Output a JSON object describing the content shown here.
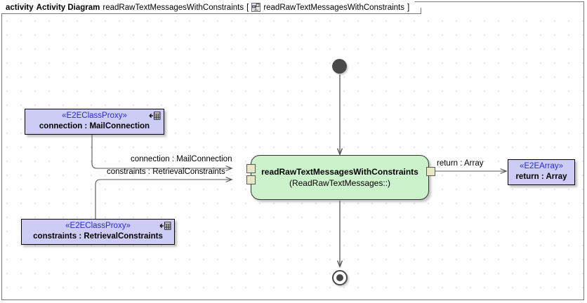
{
  "frame": {
    "kind_label": "activity",
    "type_label": "Activity Diagram",
    "name": "readRawTextMessagesWithConstraints",
    "bracket_open": "[",
    "bracket_close": "]",
    "ref_name": "readRawTextMessagesWithConstraints",
    "icon": "activity-diagram-icon"
  },
  "colors": {
    "object_node_fill": "#ccccf5",
    "action_node_fill": "#ccf2cc",
    "pin_fill": "#e8e8c8",
    "stereotype_text": "#2b2bc8",
    "node_border": "#000000",
    "edge_stroke": "#555555",
    "grid_dot": "#9a9a9a",
    "frame_border": "#777777",
    "control_node": "#494949"
  },
  "nodes": {
    "initial": {
      "name": "initial-node"
    },
    "final": {
      "name": "activity-final-node"
    },
    "action": {
      "title": "readRawTextMessagesWithConstraints",
      "subtitle": "(ReadRawTextMessages::)"
    },
    "object_connection": {
      "stereotype": "«E2EClassProxy»",
      "label": "connection : MailConnection",
      "icon": "class-proxy-icon"
    },
    "object_constraints": {
      "stereotype": "«E2EClassProxy»",
      "label": "constraints : RetrievalConstraints",
      "icon": "class-proxy-icon"
    },
    "object_return": {
      "stereotype": "«E2EArray»",
      "label": "return : Array",
      "icon": "array-icon"
    }
  },
  "pins": {
    "input_connection": "connection-input-pin",
    "input_constraints": "constraints-input-pin",
    "output_return": "return-output-pin"
  },
  "edge_labels": {
    "connection": "connection : MailConnection",
    "constraints": "constraints : RetrievalConstraints",
    "return": "return : Array"
  }
}
